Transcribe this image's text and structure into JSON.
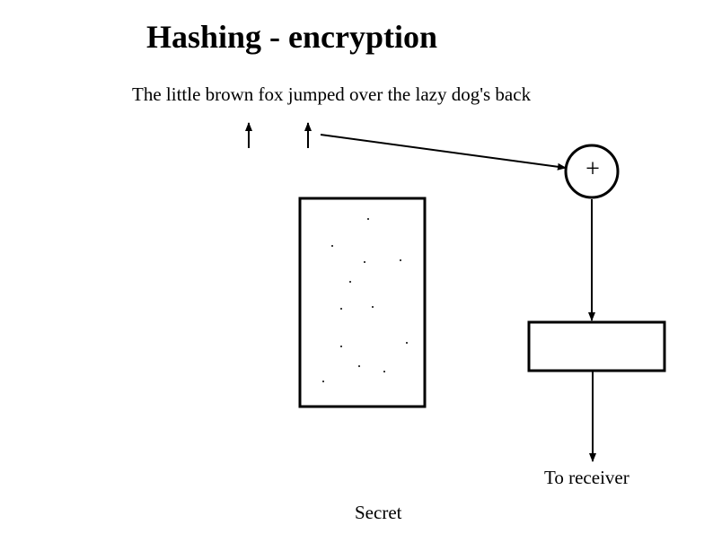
{
  "slide": {
    "title": "Hashing - encryption",
    "sentence": "The little brown fox jumped over the lazy dog's back",
    "combine_symbol": "+",
    "output_label": "To receiver",
    "secret_label": "Secret"
  },
  "colors": {
    "ink": "#000000",
    "background": "#ffffff"
  }
}
